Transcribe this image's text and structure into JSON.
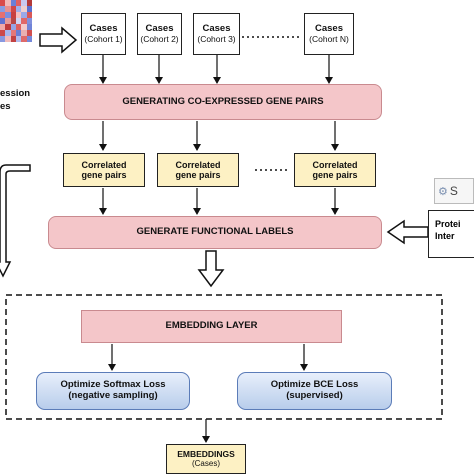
{
  "heatmap": {
    "colors": [
      "#d94a4a",
      "#f2b8b8",
      "#6b7fd6",
      "#e06060",
      "#c9c9f0",
      "#b33a3a",
      "#8a9be0",
      "#e89090",
      "#d04848",
      "#a0b0ea",
      "#f0d0d0",
      "#5a6fd0",
      "#e57070",
      "#7a8ee0",
      "#c84040",
      "#f5c0c0",
      "#9aa8e8",
      "#d85858",
      "#6070d0",
      "#e49a9a",
      "#b84848",
      "#cfd6f4",
      "#e06868",
      "#8190dc",
      "#f0a8a8",
      "#c03a3a",
      "#95a5e6",
      "#dc6060",
      "#f3caca",
      "#7084d8",
      "#cc4a4a",
      "#a8b6ec",
      "#e47878",
      "#6a7ed4",
      "#eab0b0",
      "#d05050",
      "#8898e0",
      "#f1bcbc",
      "#c24242",
      "#b0bcee",
      "#de6a6a",
      "#7588da"
    ]
  },
  "left_label": {
    "line1": "ession",
    "line2": "es"
  },
  "cohorts": [
    {
      "title": "Cases",
      "sub": "(Cohort 1)"
    },
    {
      "title": "Cases",
      "sub": "(Cohort 2)"
    },
    {
      "title": "Cases",
      "sub": "(Cohort 3)"
    },
    {
      "title": "Cases",
      "sub": "(Cohort N)"
    }
  ],
  "generating_pairs": "GENERATING CO-EXPRESSED GENE PAIRS",
  "correlated": [
    {
      "line1": "Correlated",
      "line2": "gene pairs"
    },
    {
      "line1": "Correlated",
      "line2": "gene pairs"
    },
    {
      "line1": "Correlated",
      "line2": "gene pairs"
    }
  ],
  "functional_labels": "GENERATE FUNCTIONAL LABELS",
  "string_logo": "S",
  "protein_box": {
    "line1": "Protei",
    "line2": "Inter"
  },
  "embedding_layer": "EMBEDDING LAYER",
  "softmax": {
    "line1": "Optimize Softmax Loss",
    "line2": "(negative sampling)"
  },
  "bce": {
    "line1": "Optimize BCE Loss",
    "line2": "(supervised)"
  },
  "embeddings": {
    "title": "EMBEDDINGS",
    "sub": "(Cases)"
  }
}
